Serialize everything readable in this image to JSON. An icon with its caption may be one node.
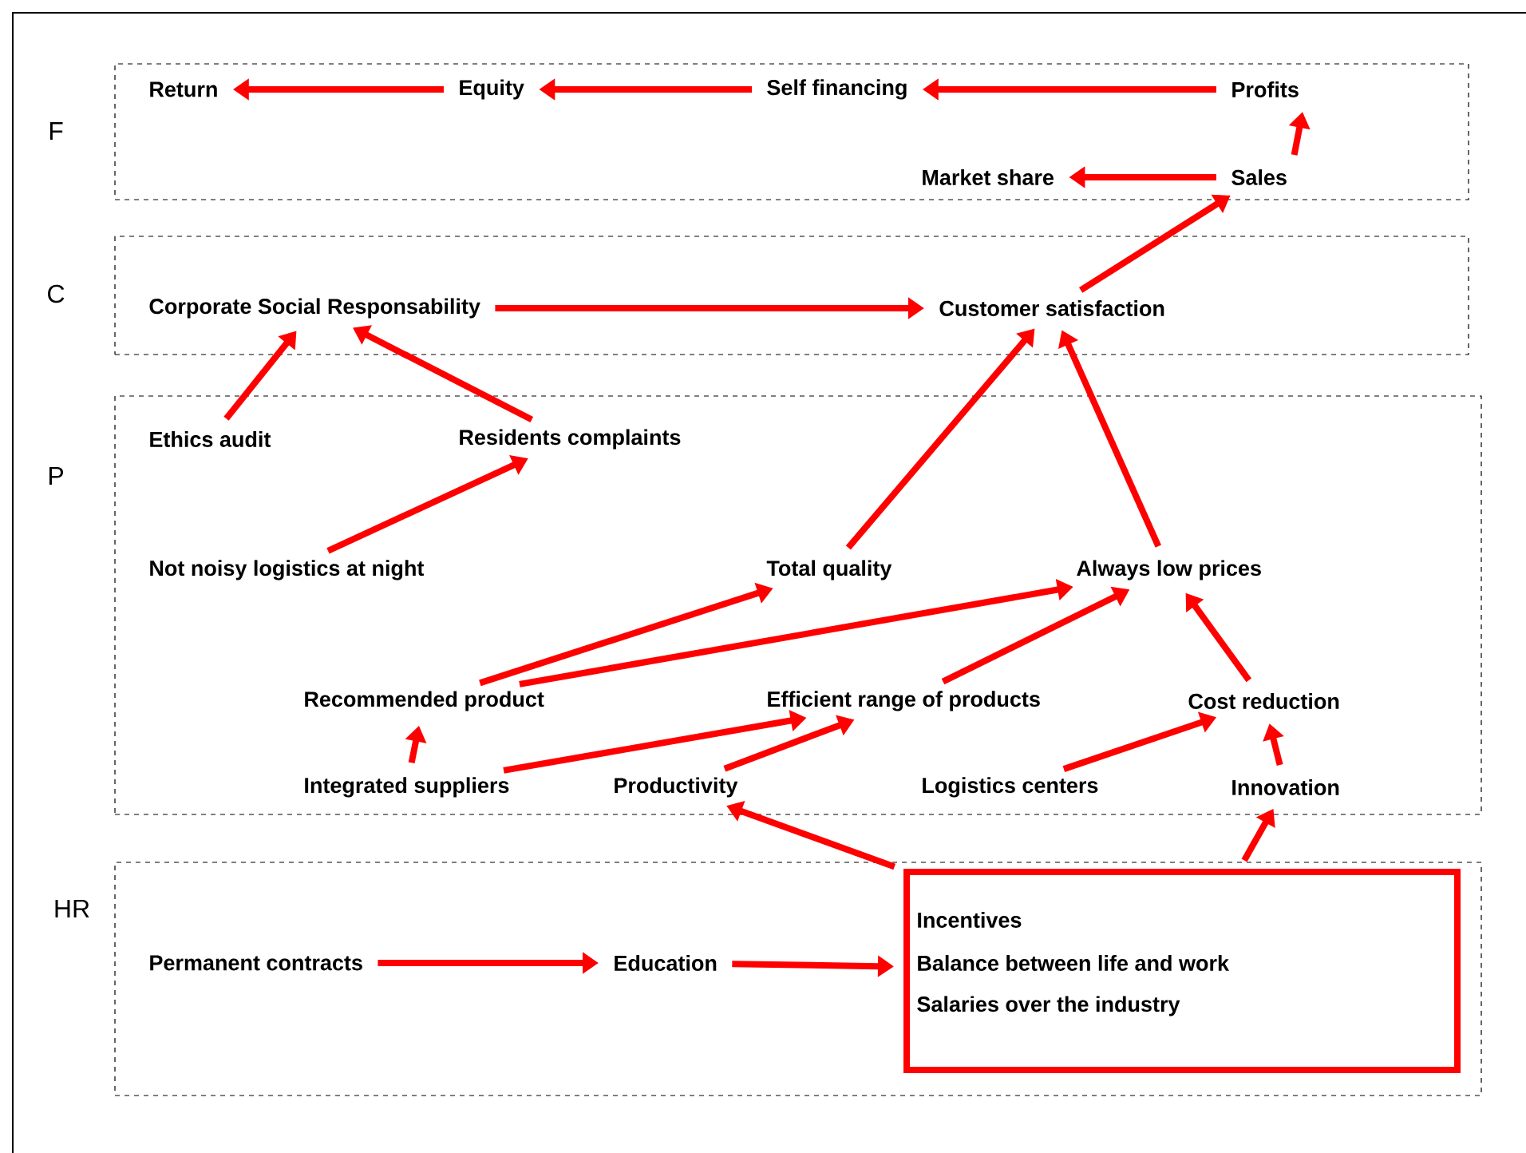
{
  "diagram": {
    "nodes": [
      {
        "text": [
          "F"
        ]
      },
      {
        "text": [
          "Return"
        ],
        "in": 0
      },
      {
        "text": [
          "Equity"
        ],
        "in": 0
      },
      {
        "text": [
          "Self financing"
        ],
        "in": 0
      },
      {
        "text": [
          "Profits"
        ],
        "in": 0
      },
      {
        "text": [
          "Market share"
        ],
        "in": 0
      },
      {
        "text": [
          "Sales"
        ],
        "in": 0
      },
      {
        "text": [
          "C"
        ]
      },
      {
        "text": [
          "Corporate Social Responsability"
        ],
        "in": 7
      },
      {
        "text": [
          "Customer satisfaction"
        ],
        "in": 7
      },
      {
        "text": [
          "P"
        ]
      },
      {
        "text": [
          "Ethics audit"
        ],
        "in": 10
      },
      {
        "text": [
          "Residents complaints"
        ],
        "in": 10
      },
      {
        "text": [
          "Not noisy logistics at night"
        ],
        "in": 10
      },
      {
        "text": [
          "Total quality"
        ],
        "in": 10
      },
      {
        "text": [
          "Always low prices"
        ],
        "in": 10
      },
      {
        "text": [
          "Recommended product"
        ],
        "in": 10
      },
      {
        "text": [
          "Efficient range of products"
        ],
        "in": 10
      },
      {
        "text": [
          "Cost reduction"
        ],
        "in": 10
      },
      {
        "text": [
          "Integrated suppliers"
        ],
        "in": 10
      },
      {
        "text": [
          "Productivity"
        ],
        "in": 10
      },
      {
        "text": [
          "Logistics centers"
        ],
        "in": 10
      },
      {
        "text": [
          "Innovation"
        ],
        "in": 10
      },
      {
        "text": [
          "HR"
        ]
      },
      {
        "text": [
          "Permanent contracts"
        ],
        "in": 23
      },
      {
        "text": [
          "Education"
        ],
        "in": 23
      },
      {
        "text": [
          "Incentives",
          "Balance between life and work",
          "Salaries over the industry"
        ],
        "in": 23
      }
    ],
    "edges": [
      {
        "from": 2,
        "to": 1,
        "arrow": "to"
      },
      {
        "from": 3,
        "to": 2,
        "arrow": "to"
      },
      {
        "from": 4,
        "to": 3,
        "arrow": "to"
      },
      {
        "from": 6,
        "to": 5,
        "arrow": "to"
      },
      {
        "from": 6,
        "to": 4,
        "arrow": "to"
      },
      {
        "from": 9,
        "to": 6,
        "arrow": "to"
      },
      {
        "from": 8,
        "to": 9,
        "arrow": "to"
      },
      {
        "from": 11,
        "to": 8,
        "arrow": "to"
      },
      {
        "from": 12,
        "to": 8,
        "arrow": "to"
      },
      {
        "from": 13,
        "to": 12,
        "arrow": "to"
      },
      {
        "from": 14,
        "to": 9,
        "arrow": "to"
      },
      {
        "from": 15,
        "to": 9,
        "arrow": "to"
      },
      {
        "from": 16,
        "to": 14,
        "arrow": "to"
      },
      {
        "from": 16,
        "to": 15,
        "arrow": "to"
      },
      {
        "from": 17,
        "to": 15,
        "arrow": "to"
      },
      {
        "from": 18,
        "to": 15,
        "arrow": "to"
      },
      {
        "from": 19,
        "to": 16,
        "arrow": "to"
      },
      {
        "from": 19,
        "to": 17,
        "arrow": "to"
      },
      {
        "from": 20,
        "to": 17,
        "arrow": "to"
      },
      {
        "from": 21,
        "to": 18,
        "arrow": "to"
      },
      {
        "from": 22,
        "to": 18,
        "arrow": "to"
      },
      {
        "from": 26,
        "to": 20,
        "arrow": "to"
      },
      {
        "from": 26,
        "to": 22,
        "arrow": "to"
      },
      {
        "from": 24,
        "to": 25,
        "arrow": "to"
      },
      {
        "from": 25,
        "to": 26,
        "arrow": "to"
      }
    ]
  }
}
